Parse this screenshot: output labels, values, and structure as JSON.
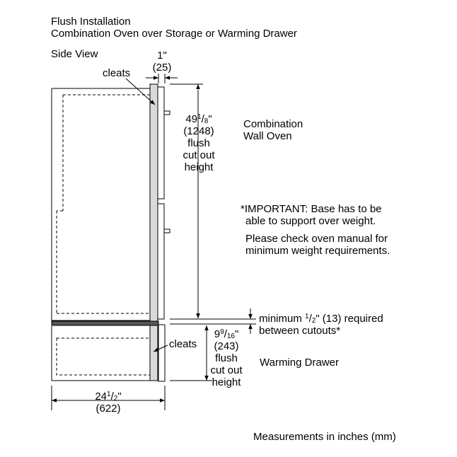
{
  "title": {
    "line1": "Flush Installation",
    "line2": "Combination Oven over Storage or Warming Drawer"
  },
  "view_label": "Side View",
  "top_dim": {
    "inch": "1\"",
    "mm": "(25)"
  },
  "cleats_label": "cleats",
  "oven_dim": {
    "whole": "49",
    "num": "1",
    "den": "8",
    "unit": "\"",
    "mm": "(1248)",
    "line3": "flush",
    "line4": "cut out",
    "line5": "height"
  },
  "oven_label": {
    "line1": "Combination",
    "line2": "Wall Oven"
  },
  "important": {
    "line1": "*IMPORTANT: Base has to be",
    "line2": "able to support over weight.",
    "line3": "Please check oven manual for",
    "line4": "minimum weight requirements."
  },
  "gap_note": {
    "prefix": "minimum ",
    "num": "1",
    "den": "2",
    "suffix": "\" (13) required",
    "line2": "between cutouts*"
  },
  "drawer_dim": {
    "whole": "9",
    "num": "9",
    "den": "16",
    "unit": "\"",
    "mm": "(243)",
    "line3": "flush",
    "line4": "cut out",
    "line5": "height"
  },
  "drawer_label": "Warming Drawer",
  "depth_dim": {
    "whole": "24",
    "num": "1",
    "den": "2",
    "unit": "\"",
    "mm": "(622)"
  },
  "footer": "Measurements in inches (mm)",
  "colors": {
    "line": "#000000",
    "face_fill": "#d9d9d9",
    "background": "#ffffff"
  }
}
